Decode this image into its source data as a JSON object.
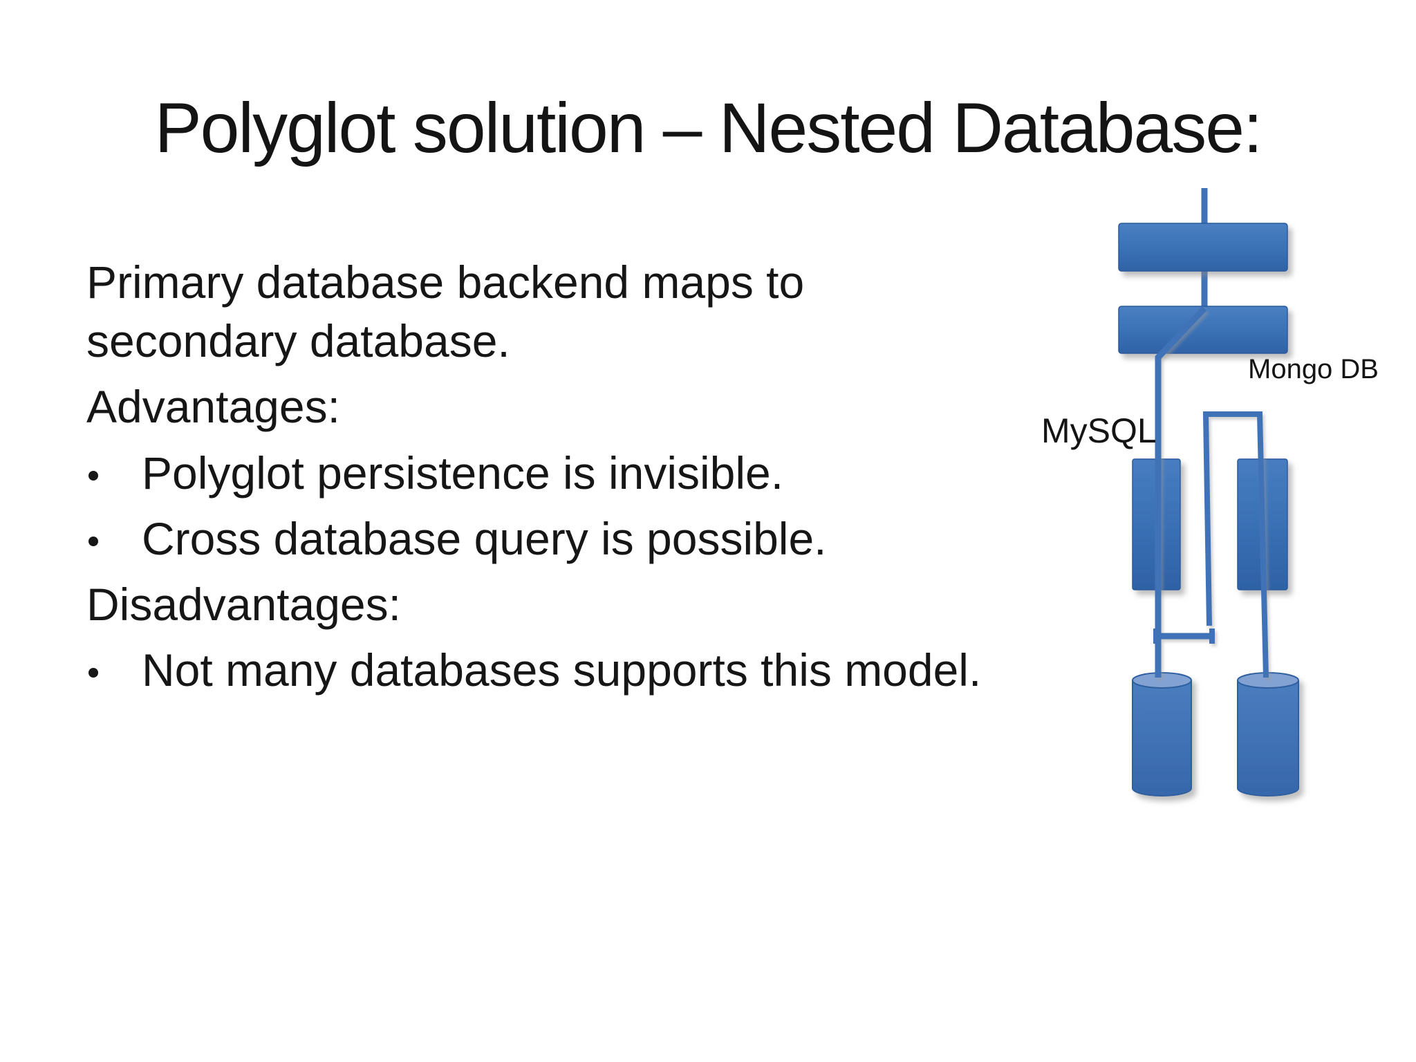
{
  "slide": {
    "title": "Polyglot solution – Nested Database:",
    "body": {
      "lines": [
        {
          "type": "text",
          "text": "Primary database backend maps to"
        },
        {
          "type": "text",
          "text": "secondary database."
        },
        {
          "type": "heading",
          "text": "Advantages:"
        },
        {
          "type": "bullet",
          "text": "Polyglot persistence is invisible."
        },
        {
          "type": "bullet",
          "text": "Cross database query is possible."
        },
        {
          "type": "heading",
          "text": "Disadvantages:"
        },
        {
          "type": "bullet",
          "text": "Not many databases supports this model."
        }
      ]
    },
    "diagram": {
      "labels": {
        "left": "MySQL",
        "right": "Mongo DB"
      },
      "shapes": [
        "primary-db-bar-top",
        "primary-db-bar-bottom",
        "mysql-column",
        "mongo-column",
        "mysql-cylinder",
        "mongo-cylinder"
      ],
      "colors": {
        "shape_fill_light": "#4a80c2",
        "shape_fill_mid": "#3a70b5",
        "shape_fill_dark": "#2f62a6",
        "shape_stroke": "#2a5a9b",
        "cylinder_top": "#83a2d4",
        "connector": "#3f72b7",
        "shadow": "#8a8a8a",
        "text": "#161616"
      }
    }
  }
}
